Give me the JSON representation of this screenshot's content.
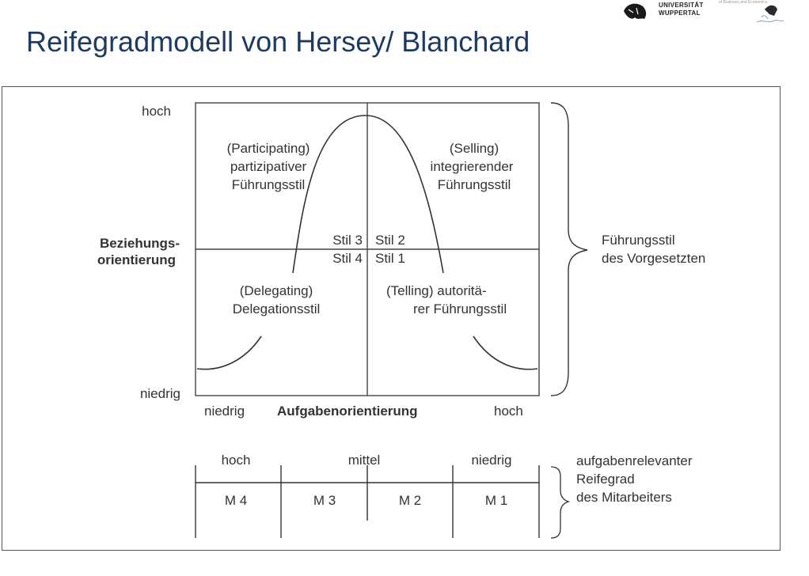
{
  "title": "Reifegradmodell von Hersey/ Blanchard",
  "logo": {
    "line1": "UNIVERSITÄT",
    "line2": "WUPPERTAL",
    "faculty": "of Business and Economics"
  },
  "diagram": {
    "y_axis_label_1": "Beziehungs-",
    "y_axis_label_2": "orientierung",
    "y_high": "hoch",
    "y_low": "niedrig",
    "x_axis_label": "Aufgabenorientierung",
    "x_low": "niedrig",
    "x_high": "hoch",
    "quadrants": {
      "top_left": [
        "(Participating)",
        "partizipativer",
        "Führungsstil"
      ],
      "top_right": [
        "(Selling)",
        "integrierender",
        "Führungsstil"
      ],
      "bottom_left": [
        "(Delegating)",
        "Delegationsstil"
      ],
      "bottom_right": [
        "(Telling) autoritä-",
        "rer Führungsstil"
      ]
    },
    "styles": {
      "stil3": "Stil 3",
      "stil2": "Stil 2",
      "stil4": "Stil 4",
      "stil1": "Stil 1"
    },
    "brace_label": [
      "Führungsstil",
      "des Vorgesetzten"
    ],
    "maturity": {
      "high": "hoch",
      "mid": "mittel",
      "low": "niedrig",
      "cells": [
        "M 4",
        "M 3",
        "M 2",
        "M 1"
      ],
      "label": [
        "aufgabenrelevanter",
        "Reifegrad",
        "des Mitarbeiters"
      ]
    }
  }
}
